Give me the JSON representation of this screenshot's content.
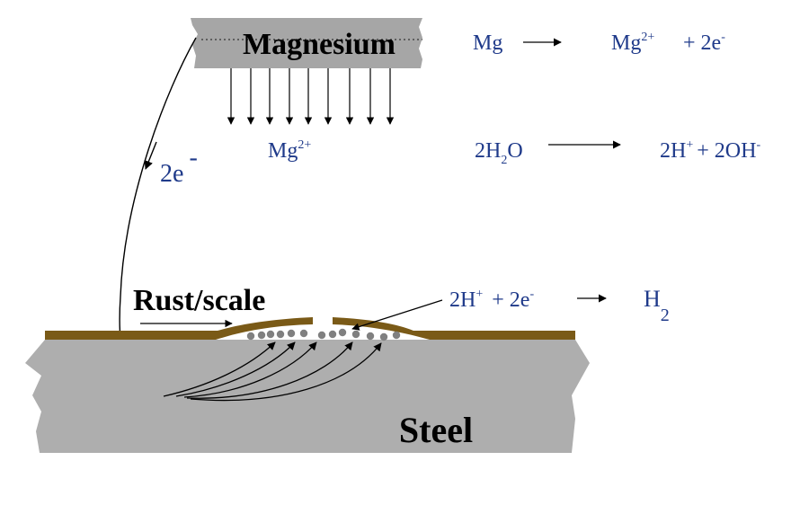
{
  "labels": {
    "magnesium": "Magnesium",
    "electrons": "2e",
    "electrons_sign": "-",
    "ion": "Mg",
    "ion_charge": "2+",
    "rust": "Rust/scale",
    "steel": "Steel"
  },
  "equations": {
    "anode": {
      "reactant": "Mg",
      "product": "Mg",
      "product_charge": "2+",
      "plus": "+ 2e",
      "plus_charge": "-"
    },
    "water": {
      "reactant_a": "2H",
      "reactant_sub": "2",
      "reactant_b": "O",
      "product_a": "2H",
      "product_a_charge": "+",
      "plus": "+  2OH",
      "plus_charge": "-"
    },
    "cathode": {
      "reactant_a": "2H",
      "reactant_a_charge": "+",
      "reactant_b": "+ 2e",
      "reactant_b_charge": "-",
      "product": "H",
      "product_sub": "2"
    }
  },
  "colors": {
    "magnesium_fill": "#a6a6a6",
    "steel_fill": "#aeaeae",
    "rust_fill": "#7a5a17",
    "equation_text": "#1f3a8a",
    "particle": "#808080"
  }
}
